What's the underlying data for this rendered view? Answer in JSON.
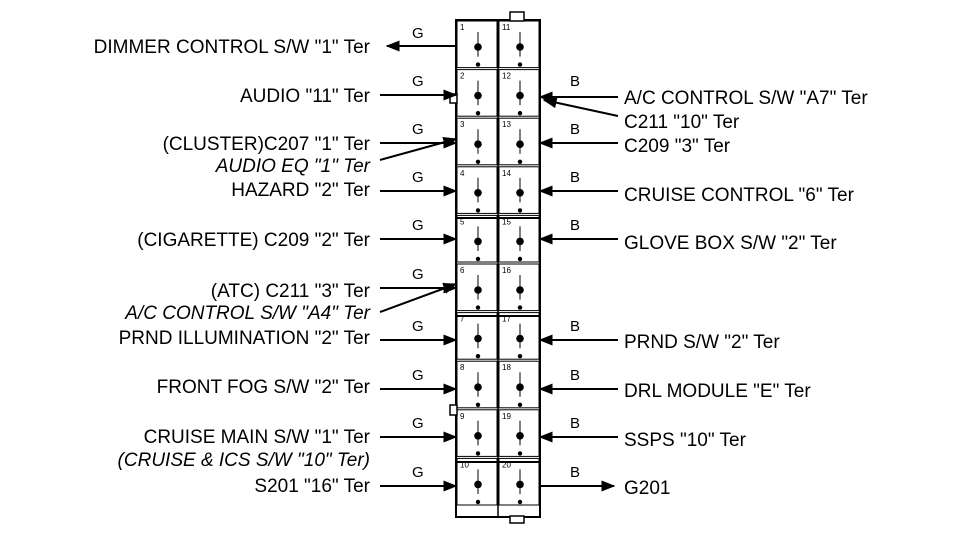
{
  "connector": {
    "pins": [
      {
        "left": "1",
        "right": "11"
      },
      {
        "left": "2",
        "right": "12"
      },
      {
        "left": "3",
        "right": "13"
      },
      {
        "left": "4",
        "right": "14"
      },
      {
        "left": "5",
        "right": "15"
      },
      {
        "left": "6",
        "right": "16"
      },
      {
        "left": "7",
        "right": "17"
      },
      {
        "left": "8",
        "right": "18"
      },
      {
        "left": "9",
        "right": "19"
      },
      {
        "left": "10",
        "right": "20"
      }
    ]
  },
  "left_labels": [
    {
      "text": "DIMMER CONTROL S/W \"1\" Ter",
      "color": "G"
    },
    {
      "text": "AUDIO \"11\" Ter",
      "color": "G"
    },
    {
      "text": "(CLUSTER)C207 \"1\" Ter",
      "color": "G"
    },
    {
      "text": "AUDIO EQ \"1\" Ter"
    },
    {
      "text": "HAZARD \"2\" Ter",
      "color": "G"
    },
    {
      "text": "(CIGARETTE) C209 \"2\" Ter",
      "color": "G"
    },
    {
      "text": "(ATC) C211 \"3\" Ter",
      "color": "G"
    },
    {
      "text": "A/C CONTROL S/W \"A4\" Ter"
    },
    {
      "text": "PRND ILLUMINATION \"2\" Ter",
      "color": "G"
    },
    {
      "text": "FRONT FOG S/W \"2\" Ter",
      "color": "G"
    },
    {
      "text": "CRUISE MAIN S/W \"1\" Ter",
      "color": "G"
    },
    {
      "text": "(CRUISE & ICS S/W \"10\" Ter)"
    },
    {
      "text": "S201 \"16\" Ter",
      "color": "G"
    }
  ],
  "right_labels": [
    {
      "text": "A/C CONTROL S/W \"A7\" Ter",
      "color": "B"
    },
    {
      "text": "C211 \"10\" Ter"
    },
    {
      "text": "C209 \"3\" Ter",
      "color": "B"
    },
    {
      "text": "CRUISE CONTROL \"6\" Ter",
      "color": "B"
    },
    {
      "text": "GLOVE BOX S/W \"2\" Ter",
      "color": "B"
    },
    {
      "text": "PRND S/W \"2\" Ter",
      "color": "B"
    },
    {
      "text": "DRL MODULE \"E\" Ter",
      "color": "B"
    },
    {
      "text": "SSPS \"10\" Ter",
      "color": "B"
    },
    {
      "text": "G201",
      "color": "B"
    }
  ]
}
